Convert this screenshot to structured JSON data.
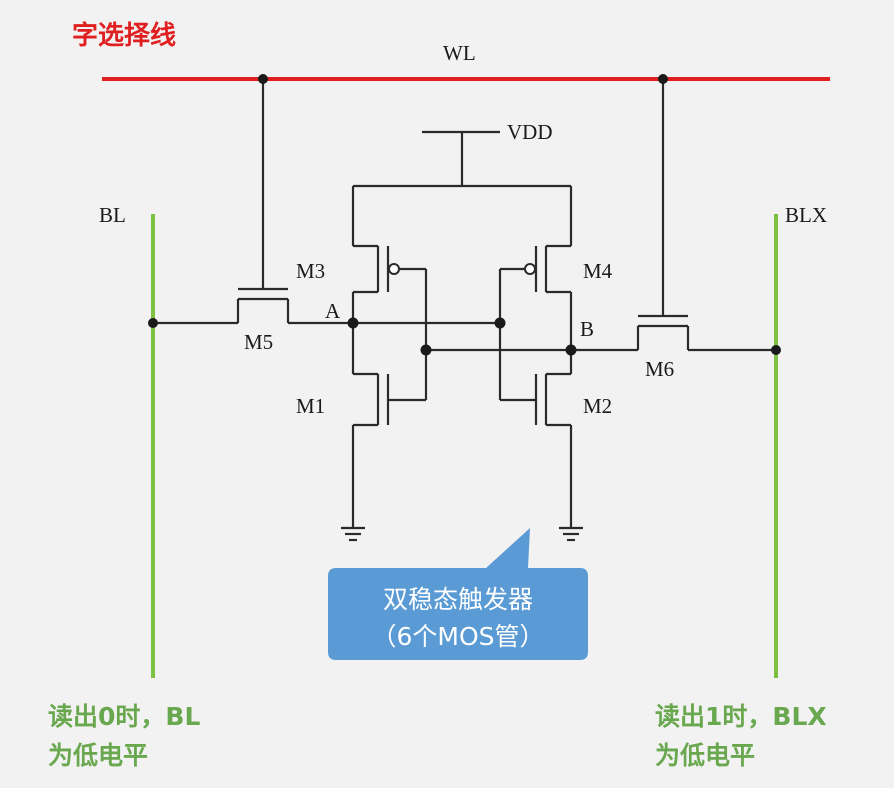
{
  "title": "字选择线",
  "labels": {
    "wl": "WL",
    "vdd": "VDD",
    "bl": "BL",
    "blx": "BLX",
    "node_a": "A",
    "node_b": "B",
    "m1": "M1",
    "m2": "M2",
    "m3": "M3",
    "m4": "M4",
    "m5": "M5",
    "m6": "M6"
  },
  "callout": {
    "line1": "双稳态触发器",
    "line2": "（6个MOS管）"
  },
  "notes": {
    "left": {
      "line1": "读出0时，BL",
      "line2": "为低电平"
    },
    "right": {
      "line1": "读出1时，BLX",
      "line2": "为低电平"
    }
  },
  "colors": {
    "word_line": "#e02020",
    "bit_line": "#7cc142",
    "callout_fill": "#5b9bd5",
    "note_text": "#6aa84f"
  }
}
